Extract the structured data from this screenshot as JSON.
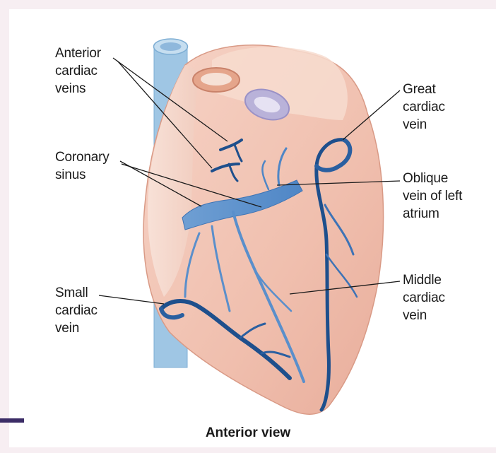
{
  "figure": {
    "caption": "Anterior view",
    "labels": {
      "anterior_cardiac_veins": [
        "Anterior",
        "cardiac",
        "veins"
      ],
      "coronary_sinus": [
        "Coronary",
        "sinus"
      ],
      "small_cardiac_vein": [
        "Small",
        "cardiac",
        "vein"
      ],
      "great_cardiac_vein": [
        "Great",
        "cardiac",
        "vein"
      ],
      "oblique_vein": [
        "Oblique",
        "vein of left",
        "atrium"
      ],
      "middle_cardiac_vein": [
        "Middle",
        "cardiac",
        "vein"
      ]
    },
    "colors": {
      "heart": "#f2c6b6",
      "vein": "#4f86c6",
      "vein_dark": "#1e4f8c",
      "vessel": "#9fc6e4",
      "pulmonary": "#b9b2d9"
    }
  }
}
